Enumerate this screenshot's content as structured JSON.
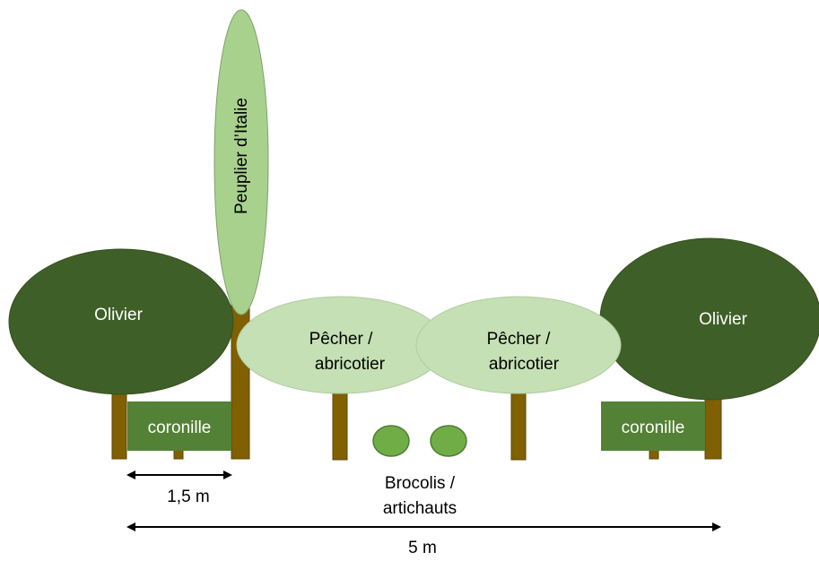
{
  "labels": {
    "olivier_left": "Olivier",
    "olivier_right": "Olivier",
    "peuplier": "Peuplier d’Italie",
    "pecher_left_line1": "Pêcher /",
    "pecher_left_line2": "abricotier",
    "pecher_right_line1": "Pêcher /",
    "pecher_right_line2": "abricotier",
    "coronille_left": "coronille",
    "coronille_right": "coronille",
    "brocolis_line1": "Brocolis /",
    "brocolis_line2": "artichauts",
    "dim_small": "1,5 m",
    "dim_large": "5 m"
  },
  "colors": {
    "olivier": "#3f5f28",
    "olivier_stroke": "#35501f",
    "peuplier": "#a9d18e",
    "peuplier_stroke": "#7f9f6a",
    "pecher": "#c5e0b4",
    "pecher_stroke": "#b1cca0",
    "coronille": "#538135",
    "brocolis": "#70ad47",
    "brocolis_stroke": "#4e7d33",
    "trunk": "#806000",
    "trunk_stroke": "#5e4700"
  }
}
